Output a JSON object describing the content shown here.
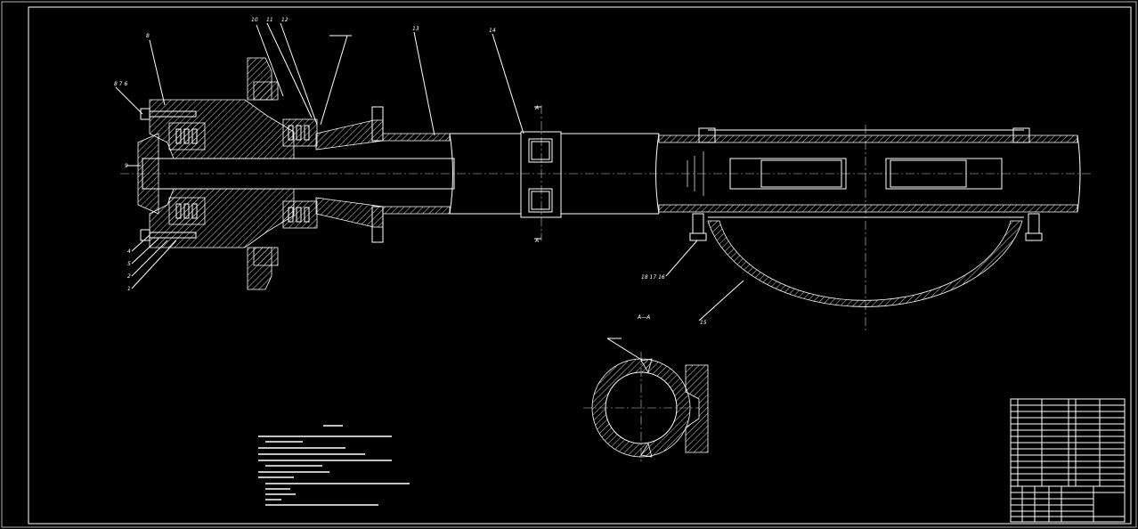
{
  "labels": {
    "p8": "8",
    "p10": "10",
    "p11": "11",
    "p12": "12",
    "p13": "13",
    "p14": "14",
    "p15": "15",
    "p_group": "8 7 6",
    "p_hub": "9",
    "p4": "4",
    "p5": "5",
    "p2": "2",
    "p1": "1",
    "p_bolts": "18 17 16",
    "sect_top": "A",
    "sect_bot": "A",
    "section_view": "A—A"
  }
}
